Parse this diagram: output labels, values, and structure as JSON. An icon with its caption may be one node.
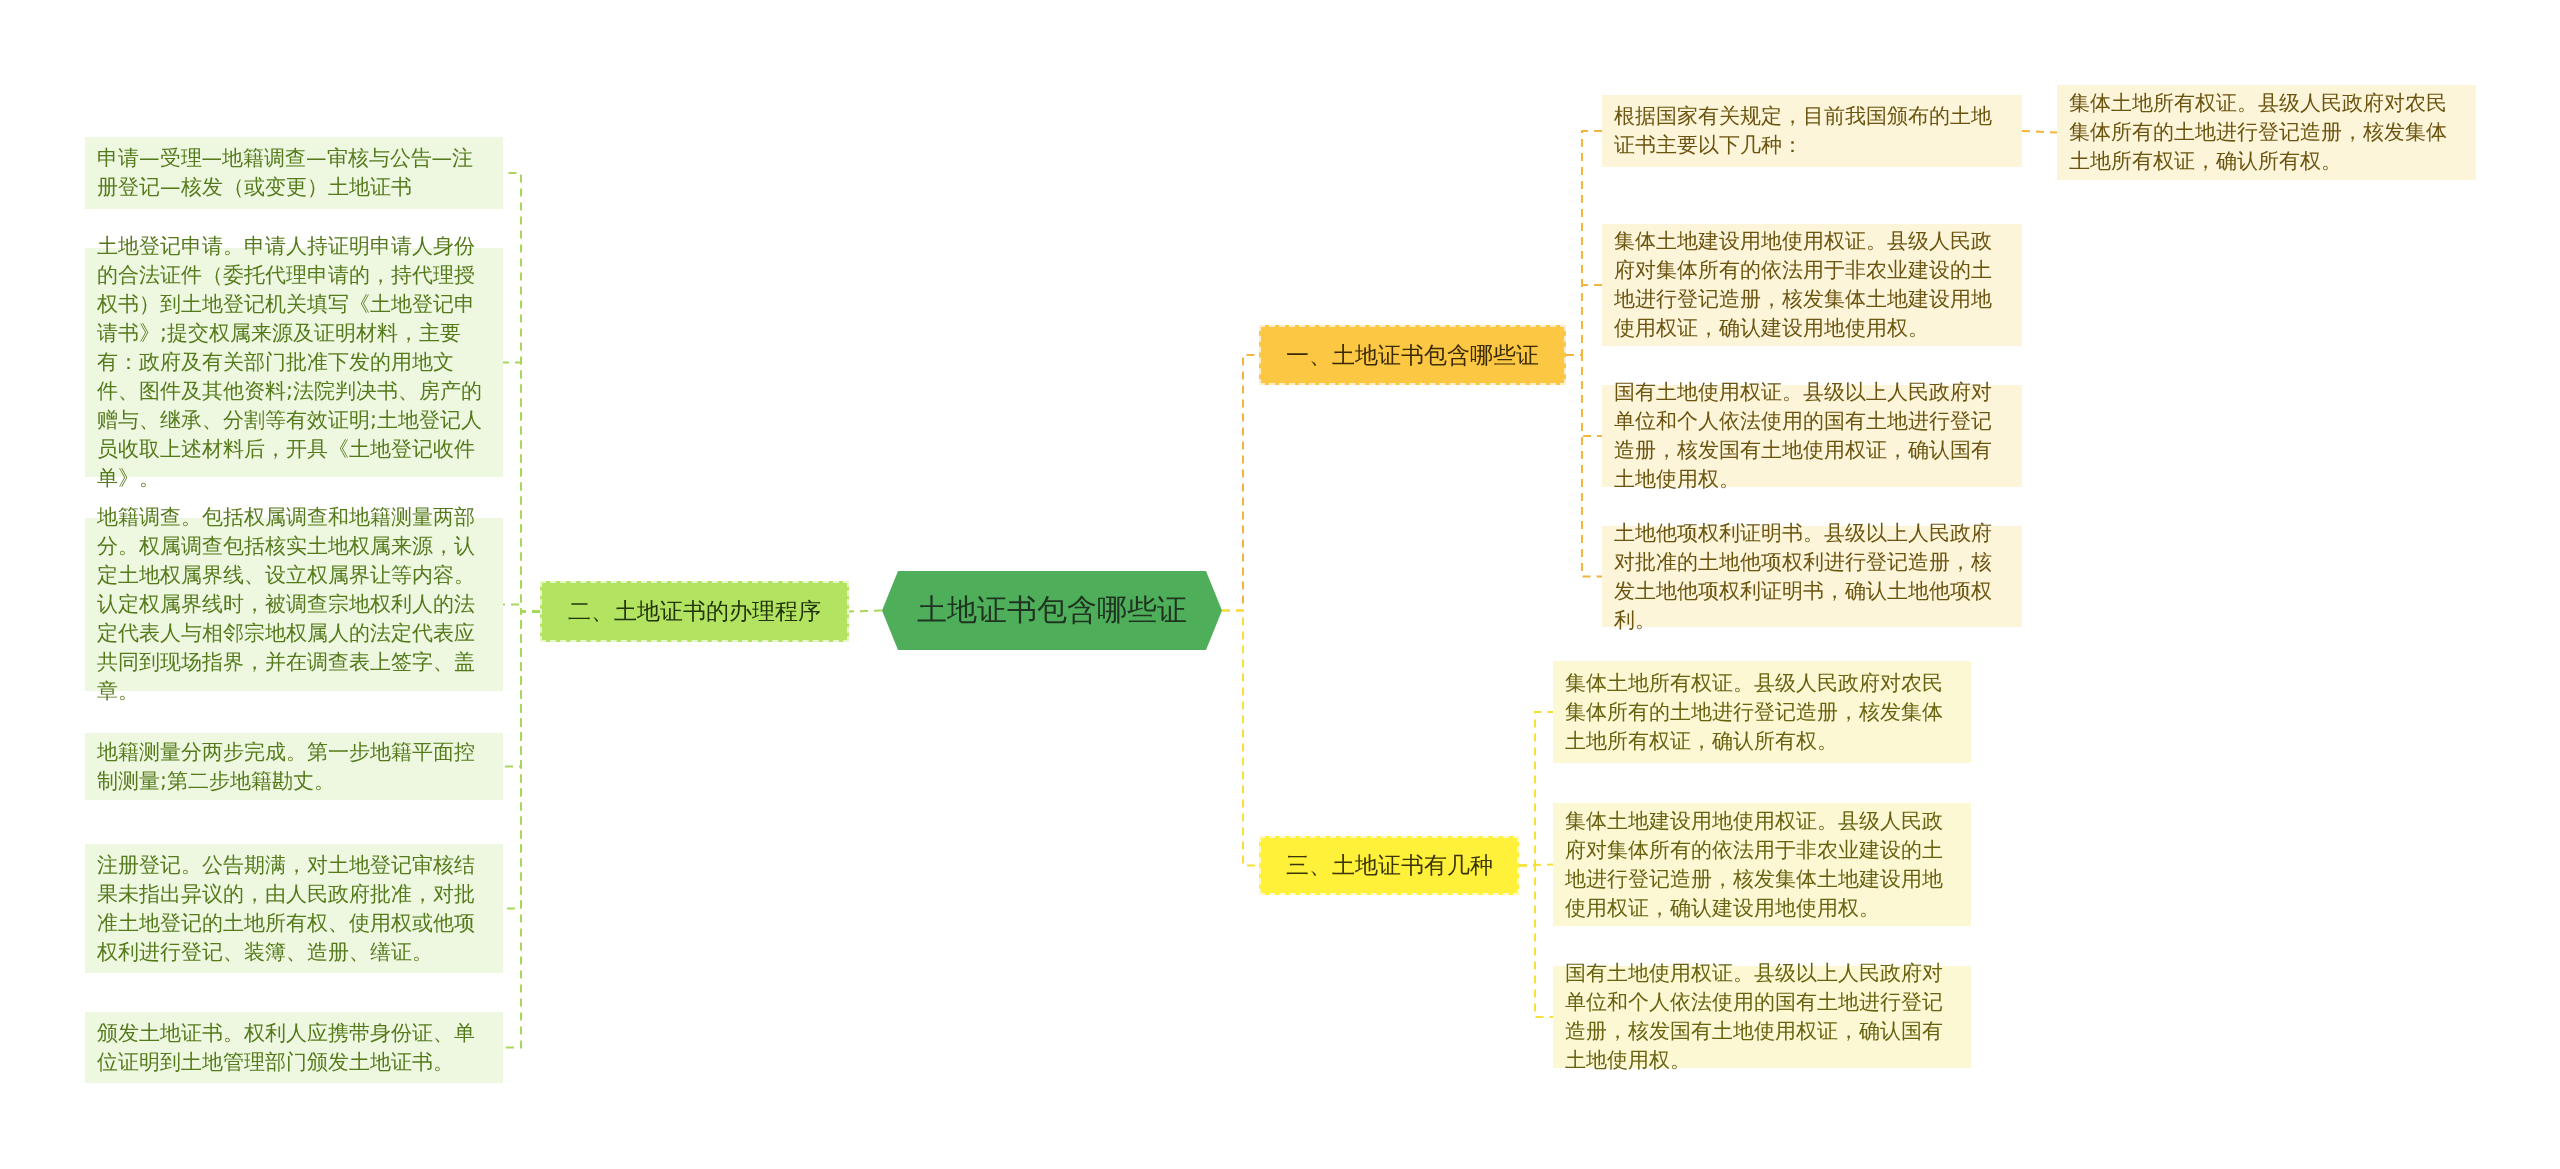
{
  "diagram": {
    "nodes": [
      {
        "text": [
          "土地证书包含哪些证"
        ]
      },
      {
        "text": [
          "一、土地证书包含哪些证"
        ]
      },
      {
        "text": [
          "二、土地证书的办理程序"
        ]
      },
      {
        "text": [
          "三、土地证书有几种"
        ]
      },
      {
        "text": [
          "根据国家有关规定，目前我国颁布的土地证书主要以下几种："
        ]
      },
      {
        "text": [
          "集体土地所有权证。县级人民政府对农民集体所有的土地进行登记造册，核发集体土地所有权证，确认所有权。"
        ]
      },
      {
        "text": [
          "集体土地建设用地使用权证。县级人民政府对集体所有的依法用于非农业建设的土地进行登记造册，核发集体土地建设用地使用权证，确认建设用地使用权。"
        ]
      },
      {
        "text": [
          "国有土地使用权证。县级以上人民政府对单位和个人依法使用的国有土地进行登记造册，核发国有土地使用权证，确认国有土地使用权。"
        ]
      },
      {
        "text": [
          "土地他项权利证明书。县级以上人民政府对批准的土地他项权利进行登记造册，核发土地他项权利证明书，确认土地他项权利。"
        ]
      },
      {
        "text": [
          "集体土地所有权证。县级人民政府对农民集体所有的土地进行登记造册，核发集体土地所有权证，确认所有权。"
        ]
      },
      {
        "text": [
          "集体土地建设用地使用权证。县级人民政府对集体所有的依法用于非农业建设的土地进行登记造册，核发集体土地建设用地使用权证，确认建设用地使用权。"
        ]
      },
      {
        "text": [
          "国有土地使用权证。县级以上人民政府对单位和个人依法使用的国有土地进行登记造册，核发国有土地使用权证，确认国有土地使用权。"
        ]
      },
      {
        "text": [
          "申请—受理—地籍调查—审核与公告—注册登记—核发（或变更）土地证书"
        ]
      },
      {
        "text": [
          "土地登记申请。申请人持证明申请人身份的合法证件（委托代理申请的，持代理授权书）到土地登记机关填写《土地登记申请书》;提交权属来源及证明材料，主要有：政府及有关部门批准下发的用地文件、图件及其他资料;法院判决书、房产的赠与、继承、分割等有效证明;土地登记人员收取上述材料后，开具《土地登记收件单》。"
        ]
      },
      {
        "text": [
          "地籍调查。包括权属调查和地籍测量两部分。权属调查包括核实土地权属来源，认定土地权属界线、设立权属界让等内容。认定权属界线时，被调查宗地权利人的法定代表人与相邻宗地权属人的法定代表应共同到现场指界，并在调查表上签字、盖章。"
        ]
      },
      {
        "text": [
          "地籍测量分两步完成。第一步地籍平面控制测量;第二步地籍勘丈。"
        ]
      },
      {
        "text": [
          "注册登记。公告期满，对土地登记审核结果未指出异议的，由人民政府批准，对批准土地登记的土地所有权、使用权或他项权利进行登记、装簿、造册、缮证。"
        ]
      },
      {
        "text": [
          "颁发土地证书。权利人应携带身份证、单位证明到土地管理部门颁发土地证书。"
        ]
      }
    ],
    "edges": [
      {
        "from": 0,
        "to": 1,
        "arrow": "none",
        "color": "#f2b63c"
      },
      {
        "from": 0,
        "to": 2,
        "arrow": "none",
        "color": "#a8d85a"
      },
      {
        "from": 0,
        "to": 3,
        "arrow": "none",
        "color": "#f5e13a"
      },
      {
        "from": 1,
        "to": 4,
        "arrow": "none",
        "color": "#f2b63c"
      },
      {
        "from": 4,
        "to": 5,
        "arrow": "none",
        "color": "#f2b63c"
      },
      {
        "from": 1,
        "to": 6,
        "arrow": "none",
        "color": "#f2b63c"
      },
      {
        "from": 1,
        "to": 7,
        "arrow": "none",
        "color": "#f2b63c"
      },
      {
        "from": 1,
        "to": 8,
        "arrow": "none",
        "color": "#f2b63c"
      },
      {
        "from": 3,
        "to": 9,
        "arrow": "none",
        "color": "#f5e13a"
      },
      {
        "from": 3,
        "to": 10,
        "arrow": "none",
        "color": "#f5e13a"
      },
      {
        "from": 3,
        "to": 11,
        "arrow": "none",
        "color": "#f5e13a"
      },
      {
        "from": 2,
        "to": 12,
        "arrow": "none",
        "color": "#a8d85a"
      },
      {
        "from": 2,
        "to": 13,
        "arrow": "none",
        "color": "#a8d85a"
      },
      {
        "from": 2,
        "to": 14,
        "arrow": "none",
        "color": "#a8d85a"
      },
      {
        "from": 2,
        "to": 15,
        "arrow": "none",
        "color": "#a8d85a"
      },
      {
        "from": 2,
        "to": 16,
        "arrow": "none",
        "color": "#a8d85a"
      },
      {
        "from": 2,
        "to": 17,
        "arrow": "none",
        "color": "#a8d85a"
      }
    ]
  }
}
